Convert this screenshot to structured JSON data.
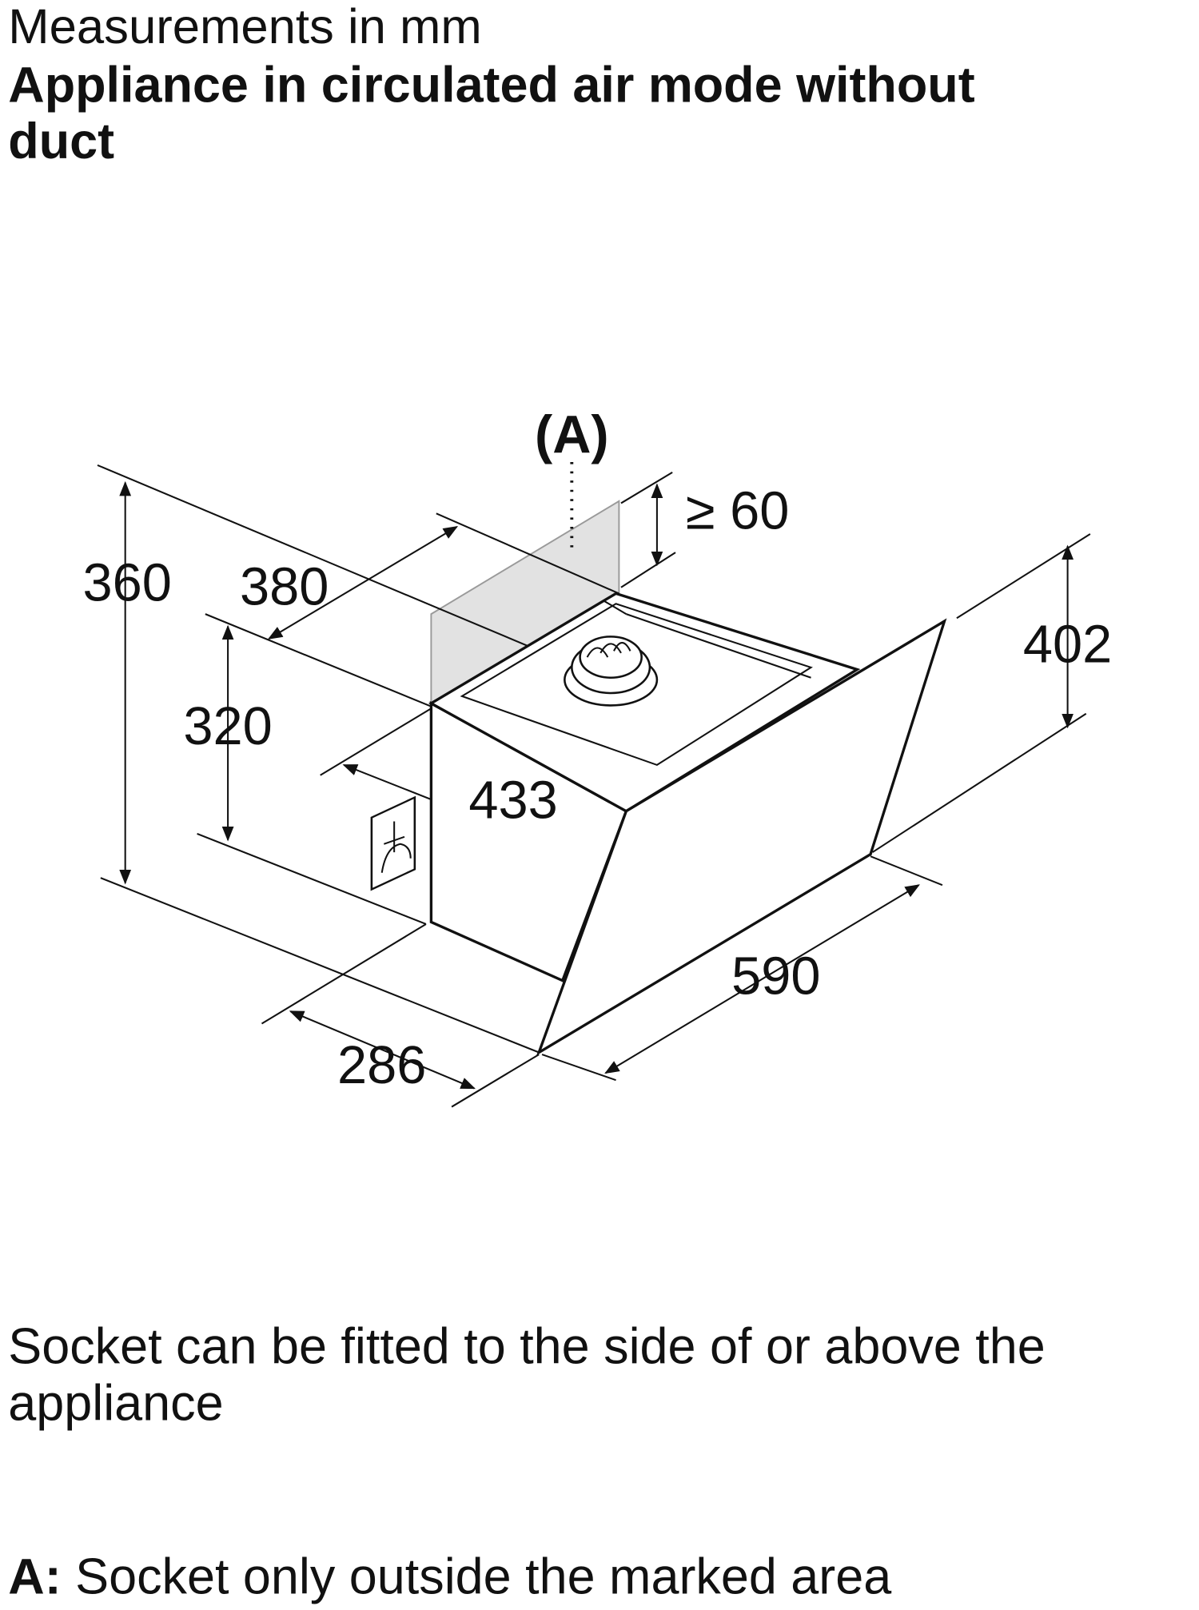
{
  "header": {
    "units": "Measurements in mm",
    "title_line1": "Appliance in circulated air mode without",
    "title_line2": "duct"
  },
  "diagram": {
    "marker": "(A)",
    "dimensions": {
      "total_height": "360",
      "depth_top": "380",
      "body_height": "320",
      "body_depth": "433",
      "base_depth": "286",
      "width": "590",
      "front_height": "402",
      "min_clearance": "≥ 60"
    },
    "icons": [
      "socket-icon",
      "fan-outlet-icon"
    ]
  },
  "notes": {
    "socket_line1": "Socket can be fitted to the side of or above the",
    "socket_line2": "appliance",
    "a_label": "A:",
    "a_text": " Socket only outside the marked area"
  }
}
